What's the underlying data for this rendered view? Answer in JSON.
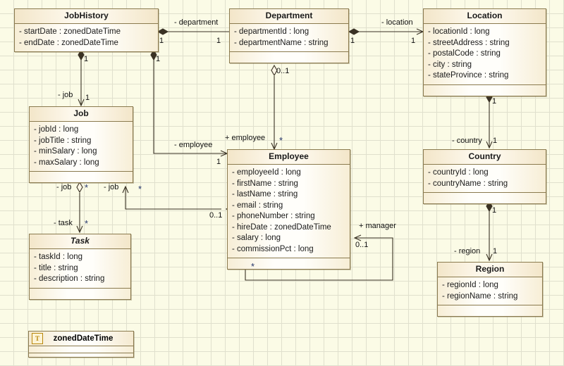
{
  "diagram": {
    "title": "UML Class Diagram",
    "background_color": "#fbfbe6",
    "grid_color": "#e0e0cd",
    "class_border_color": "#8a7a4e",
    "class_fill_color": "#fdf6e6",
    "edge_color": "#3a3224"
  },
  "classes": [
    {
      "id": "jobhistory",
      "name": "JobHistory",
      "abstract": false,
      "has_operations_compartment": false,
      "attributes": [
        "- startDate : zonedDateTime",
        "- endDate : zonedDateTime"
      ]
    },
    {
      "id": "department",
      "name": "Department",
      "abstract": false,
      "has_operations_compartment": true,
      "attributes": [
        "- departmentId : long",
        "- departmentName : string"
      ]
    },
    {
      "id": "location",
      "name": "Location",
      "abstract": false,
      "has_operations_compartment": true,
      "attributes": [
        "- locationId : long",
        "- streetAddress : string",
        "- postalCode : string",
        "- city : string",
        "- stateProvince : string"
      ]
    },
    {
      "id": "job",
      "name": "Job",
      "abstract": false,
      "has_operations_compartment": true,
      "attributes": [
        "- jobId : long",
        "- jobTitle : string",
        "- minSalary : long",
        "- maxSalary : long"
      ]
    },
    {
      "id": "employee",
      "name": "Employee",
      "abstract": false,
      "has_operations_compartment": true,
      "attributes": [
        "- employeeId : long",
        "- firstName : string",
        "- lastName : string",
        "- email : string",
        "- phoneNumber : string",
        "- hireDate : zonedDateTime",
        "- salary : long",
        "- commissionPct : long"
      ]
    },
    {
      "id": "country",
      "name": "Country",
      "abstract": false,
      "has_operations_compartment": true,
      "attributes": [
        "- countryId : long",
        "- countryName : string"
      ]
    },
    {
      "id": "task",
      "name": "Task",
      "abstract": true,
      "has_operations_compartment": true,
      "attributes": [
        "- taskId : long",
        "- title : string",
        "- description : string"
      ]
    },
    {
      "id": "region",
      "name": "Region",
      "abstract": false,
      "has_operations_compartment": true,
      "attributes": [
        "- regionId : long",
        "- regionName : string"
      ]
    }
  ],
  "datatypes": [
    {
      "id": "zoneddatetime",
      "name": "zonedDateTime",
      "badge": "T",
      "badge_icon": "type-badge-icon"
    }
  ],
  "associations": [
    {
      "id": "jobhistory-department",
      "role": "- department",
      "source_mult": "1",
      "target_mult": "1",
      "source": "JobHistory",
      "target": "Department",
      "kind": "composition"
    },
    {
      "id": "jobhistory-job",
      "role": "- job",
      "source_mult": "1",
      "target_mult": "1",
      "source": "JobHistory",
      "target": "Job",
      "kind": "composition"
    },
    {
      "id": "jobhistory-employee",
      "role": "- employee",
      "source_mult": "1",
      "target_mult": "1",
      "source": "JobHistory",
      "target": "Employee",
      "kind": "composition"
    },
    {
      "id": "department-location",
      "role": "- location",
      "source_mult": "1",
      "target_mult": "1",
      "source": "Department",
      "target": "Location",
      "kind": "composition"
    },
    {
      "id": "department-employee",
      "role": "+ employee",
      "source_mult": "0..1",
      "target_mult": "*",
      "source": "Department",
      "target": "Employee",
      "kind": "aggregation"
    },
    {
      "id": "location-country",
      "role": "- country",
      "source_mult": "1",
      "target_mult": "1",
      "source": "Location",
      "target": "Country",
      "kind": "composition"
    },
    {
      "id": "country-region",
      "role": "- region",
      "source_mult": "1",
      "target_mult": "1",
      "source": "Country",
      "target": "Region",
      "kind": "composition"
    },
    {
      "id": "job-task",
      "role": "- task",
      "source_mult": "*",
      "target_mult": "*",
      "second_role": "- job",
      "source": "Job",
      "target": "Task",
      "kind": "aggregation"
    },
    {
      "id": "employee-job",
      "role": "- job",
      "source_mult": "0..1",
      "target_mult": "*",
      "source": "Employee",
      "target": "Job",
      "kind": "aggregation"
    },
    {
      "id": "employee-manager",
      "role": "+ manager",
      "source_mult": "*",
      "target_mult": "0..1",
      "source": "Employee",
      "target": "Employee",
      "kind": "aggregation"
    }
  ],
  "edge_labels": [
    {
      "id": "lbl-department",
      "text": "- department"
    },
    {
      "id": "lbl-location",
      "text": "- location"
    },
    {
      "id": "lbl-job-top",
      "text": "- job"
    },
    {
      "id": "lbl-employee",
      "text": "- employee"
    },
    {
      "id": "lbl-plus-employee",
      "text": "+ employee"
    },
    {
      "id": "lbl-country",
      "text": "- country"
    },
    {
      "id": "lbl-region",
      "text": "- region"
    },
    {
      "id": "lbl-job-left",
      "text": "- job"
    },
    {
      "id": "lbl-job-right",
      "text": "- job"
    },
    {
      "id": "lbl-task",
      "text": "- task"
    },
    {
      "id": "lbl-manager",
      "text": "+ manager"
    }
  ],
  "multiplicities": [
    {
      "id": "m-jh-dept-src",
      "text": "1"
    },
    {
      "id": "m-jh-dept-tgt",
      "text": "1"
    },
    {
      "id": "m-jh-job-src",
      "text": "1"
    },
    {
      "id": "m-jh-job-tgt",
      "text": "1"
    },
    {
      "id": "m-jh-emp-src",
      "text": "1"
    },
    {
      "id": "m-jh-emp-tgt",
      "text": "1"
    },
    {
      "id": "m-dept-loc-src",
      "text": "1"
    },
    {
      "id": "m-dept-loc-tgt",
      "text": "1"
    },
    {
      "id": "m-dept-emp-src",
      "text": "0..1"
    },
    {
      "id": "m-dept-emp-tgt",
      "text": "*"
    },
    {
      "id": "m-loc-ctry-src",
      "text": "1"
    },
    {
      "id": "m-loc-ctry-tgt",
      "text": "1"
    },
    {
      "id": "m-ctry-reg-src",
      "text": "1"
    },
    {
      "id": "m-ctry-reg-tgt",
      "text": "1"
    },
    {
      "id": "m-job-task-src",
      "text": "*"
    },
    {
      "id": "m-job-task-tgt",
      "text": "*"
    },
    {
      "id": "m-emp-job-src",
      "text": "0..1"
    },
    {
      "id": "m-emp-job-tgt",
      "text": "*"
    },
    {
      "id": "m-emp-mgr-src",
      "text": "*"
    },
    {
      "id": "m-emp-mgr-tgt",
      "text": "0..1"
    }
  ]
}
